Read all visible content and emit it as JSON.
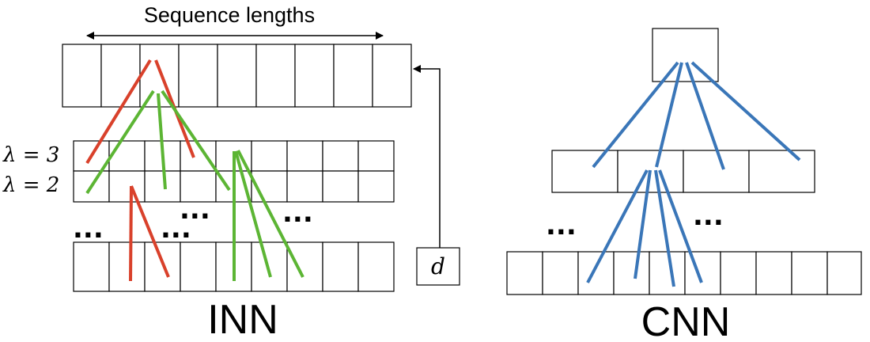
{
  "inn": {
    "title": "INN",
    "sequence_label": "Sequence lengths",
    "lambda3": "λ = 3",
    "lambda2": "λ = 2",
    "d_label": "d",
    "ellipsis": "..."
  },
  "cnn": {
    "title": "CNN",
    "ellipsis": "..."
  },
  "colors": {
    "red": "#d9412b",
    "green": "#5cb534",
    "blue": "#3a76b8"
  }
}
